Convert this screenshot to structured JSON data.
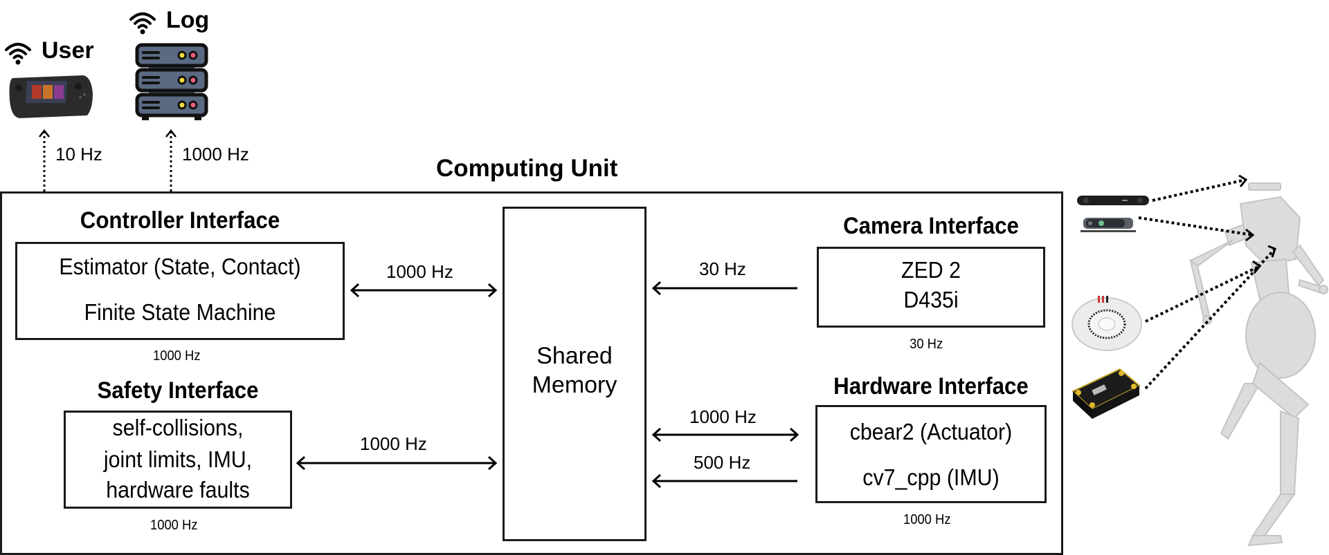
{
  "external": {
    "user": {
      "label": "User",
      "icon": "wifi-icon",
      "device": "handheld-controller-image",
      "link_rate": "10 Hz"
    },
    "log": {
      "label": "Log",
      "icon": "wifi-icon",
      "device": "server-icon",
      "link_rate": "1000 Hz"
    }
  },
  "computing_unit": {
    "title": "Computing Unit",
    "controller_interface": {
      "title": "Controller Interface",
      "lines": [
        "Estimator (State, Contact)",
        "Finite State Machine"
      ],
      "rate": "1000 Hz",
      "link_rate": "1000 Hz",
      "link_direction": "bidirectional"
    },
    "safety_interface": {
      "title": "Safety Interface",
      "lines": [
        "self-collisions,",
        "joint limits, IMU,",
        "hardware faults"
      ],
      "rate": "1000 Hz",
      "link_rate": "1000 Hz",
      "link_direction": "bidirectional"
    },
    "shared_memory": {
      "lines": [
        "Shared",
        "Memory"
      ]
    },
    "camera_interface": {
      "title": "Camera Interface",
      "lines": [
        "ZED 2",
        "D435i"
      ],
      "rate": "30 Hz",
      "link_rate": "30 Hz",
      "link_direction": "to-shared-memory"
    },
    "hardware_interface": {
      "title": "Hardware Interface",
      "lines": [
        "cbear2 (Actuator)",
        "cv7_cpp (IMU)"
      ],
      "rate": "1000 Hz",
      "links": [
        {
          "rate": "1000 Hz",
          "direction": "bidirectional"
        },
        {
          "rate": "500 Hz",
          "direction": "to-shared-memory"
        }
      ]
    }
  },
  "robot": {
    "components": [
      "zed2-camera-image",
      "d435i-camera-image",
      "actuator-image",
      "imu-board-image"
    ],
    "figure": "humanoid-robot-image"
  }
}
